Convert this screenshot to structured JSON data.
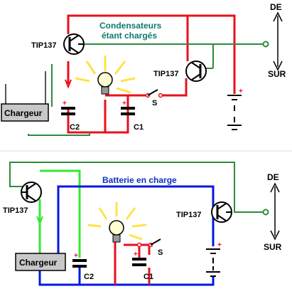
{
  "top_circuit": {
    "title_line1": "Condensateurs",
    "title_line2": "étant chargés",
    "transistor_left": "TIP137",
    "transistor_right": "TIP137",
    "capacitor_1": "C1",
    "capacitor_2": "C2",
    "switch": "S",
    "charger": "Chargeur",
    "arrow_up": "DE",
    "arrow_down": "SUR"
  },
  "bottom_circuit": {
    "title": "Batterie en charge",
    "transistor_left": "TIP137",
    "transistor_right": "TIP137",
    "capacitor_1": "C1",
    "capacitor_2": "C2",
    "switch": "S",
    "charger": "Chargeur",
    "arrow_up": "DE",
    "arrow_down": "SUR"
  },
  "colors": {
    "red_wire": "#e8101c",
    "green_wire": "#2e8b3e",
    "blue_wire": "#0018e0",
    "bright_green": "#33e833",
    "title_top": "#0a7c6e",
    "title_bottom": "#0a30c0",
    "bulb": "#fffbd0",
    "rays": "#ffe24a",
    "charger_box": "#c8c8c8"
  }
}
